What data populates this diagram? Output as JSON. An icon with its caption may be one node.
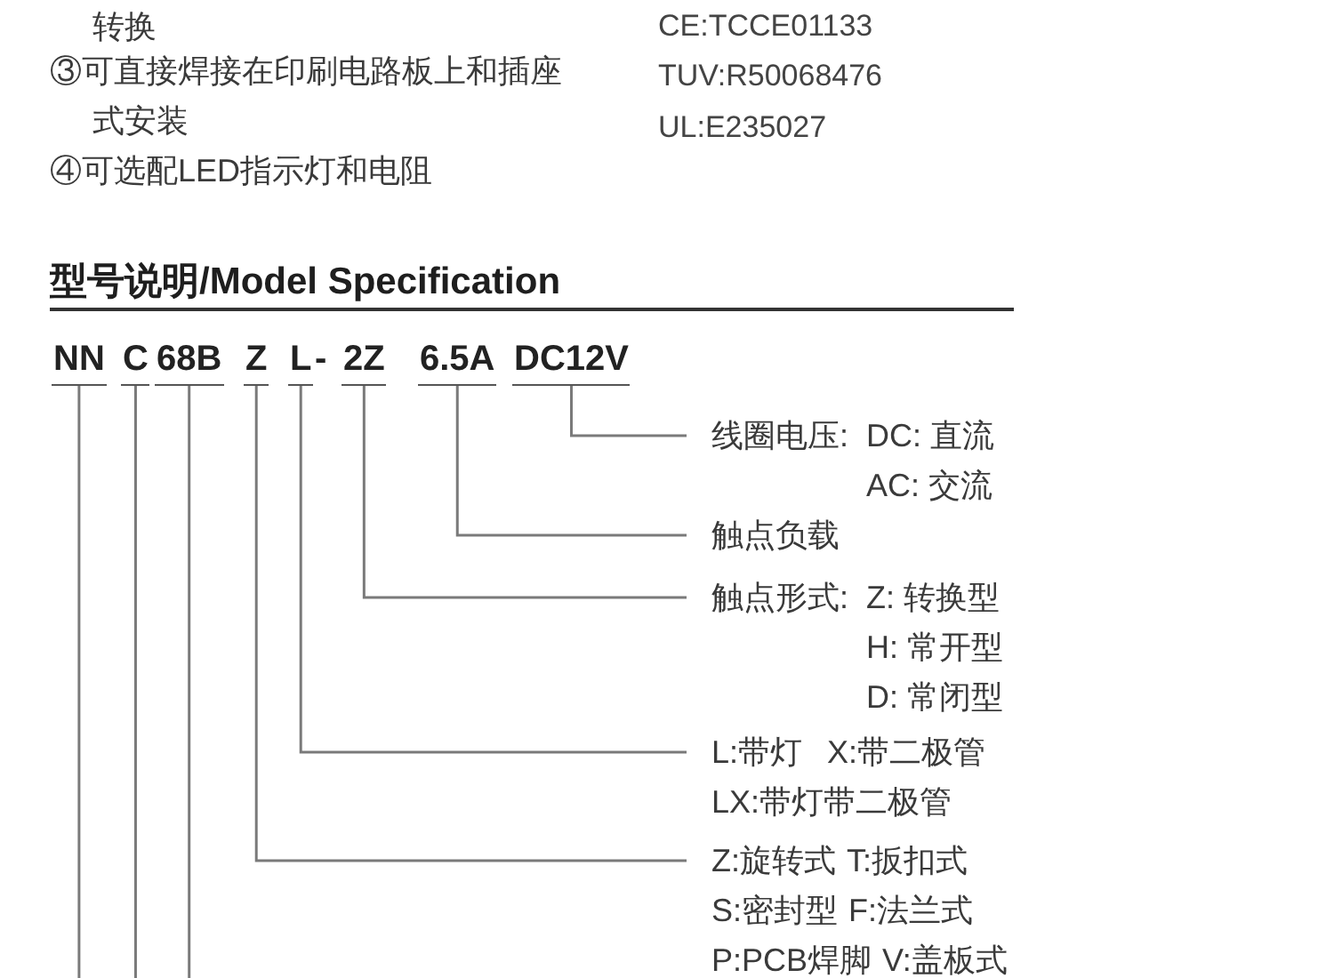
{
  "diagram": {
    "title": "型号说明/Model Specification",
    "nodes": [
      {
        "text": [
          "NN"
        ]
      },
      {
        "text": [
          "C"
        ]
      },
      {
        "text": [
          "68B"
        ]
      },
      {
        "text": [
          "Z"
        ]
      },
      {
        "text": [
          "L"
        ]
      },
      {
        "text": [
          "2Z"
        ]
      },
      {
        "text": [
          "6.5A"
        ]
      },
      {
        "text": [
          "DC12V"
        ]
      },
      {
        "text": [
          "线圈电压:",
          "DC: 直流",
          "AC: 交流"
        ]
      },
      {
        "text": [
          "触点负载"
        ]
      },
      {
        "text": [
          "触点形式:",
          "Z: 转换型",
          "H: 常开型",
          "D: 常闭型"
        ]
      },
      {
        "text": [
          "L:带灯",
          "X:带二极管",
          "LX:带灯带二极管"
        ]
      },
      {
        "text": [
          "Z:旋转式",
          "T:扳扣式",
          "S:密封型",
          "F:法兰式",
          "P:PCB焊脚",
          "V:盖板式"
        ]
      }
    ],
    "edges": [
      {
        "from": 0,
        "to": null,
        "arrow": "none"
      },
      {
        "from": 1,
        "to": null,
        "arrow": "none"
      },
      {
        "from": 2,
        "to": null,
        "arrow": "none"
      },
      {
        "from": 3,
        "to": 12,
        "arrow": "none"
      },
      {
        "from": 4,
        "to": 11,
        "arrow": "none"
      },
      {
        "from": 5,
        "to": 10,
        "arrow": "none"
      },
      {
        "from": 6,
        "to": 9,
        "arrow": "none"
      },
      {
        "from": 7,
        "to": 8,
        "arrow": "none"
      }
    ],
    "labels": [
      "转换",
      "CE:TCCE01133",
      "③可直接焊接在印刷电路板上和插座式安装",
      "TUV:R50068476",
      "UL:E235027",
      "④可选配LED指示灯和电阻",
      "-"
    ]
  }
}
